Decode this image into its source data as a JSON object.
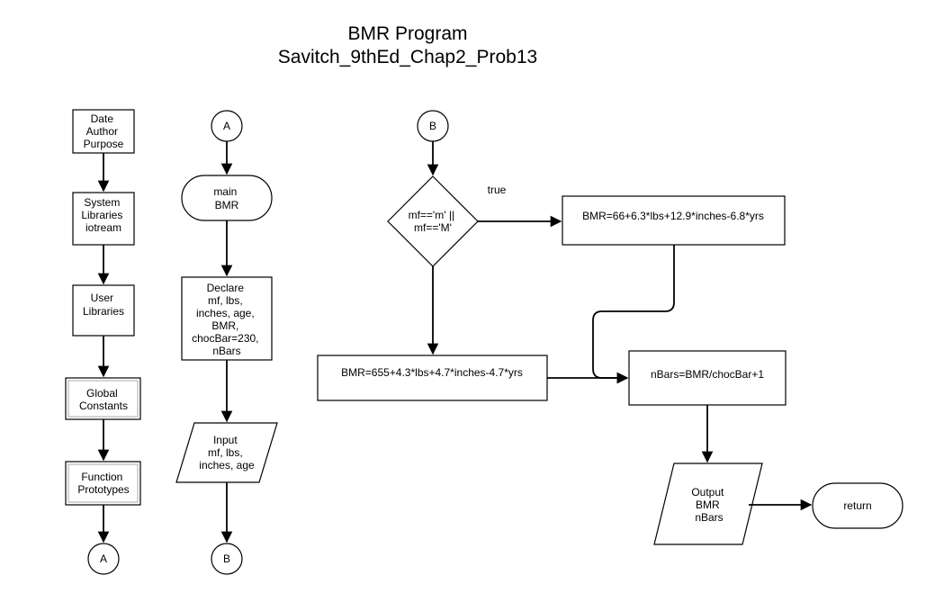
{
  "title": {
    "line1": "BMR Program",
    "line2": "Savitch_9thEd_Chap2_Prob13"
  },
  "column1": {
    "header": [
      "Date",
      "Author",
      "Purpose"
    ],
    "system_libraries": [
      "System",
      "Libraries",
      "iotream"
    ],
    "user_libraries": [
      "User",
      "Libraries"
    ],
    "global_constants": [
      "Global",
      "Constants"
    ],
    "function_prototypes": [
      "Function",
      "Prototypes"
    ],
    "connector_a": "A"
  },
  "column2": {
    "connector_a": "A",
    "main_terminal": [
      "main",
      "BMR"
    ],
    "declare": [
      "Declare",
      "mf, lbs,",
      "inches, age,",
      "BMR,",
      "chocBar=230,",
      "nBars"
    ],
    "input": [
      "Input",
      "mf, lbs,",
      "inches, age"
    ],
    "connector_b": "B"
  },
  "column3": {
    "connector_b": "B",
    "decision": [
      "mf=='m' ||",
      "mf=='M'"
    ],
    "true_label": "true",
    "male_bmr": "BMR=66+6.3*lbs+12.9*inches-6.8*yrs",
    "female_bmr": "BMR=655+4.3*lbs+4.7*inches-4.7*yrs",
    "nbars": "nBars=BMR/chocBar+1",
    "output": [
      "Output",
      "BMR",
      "nBars"
    ],
    "return_terminal": "return"
  }
}
